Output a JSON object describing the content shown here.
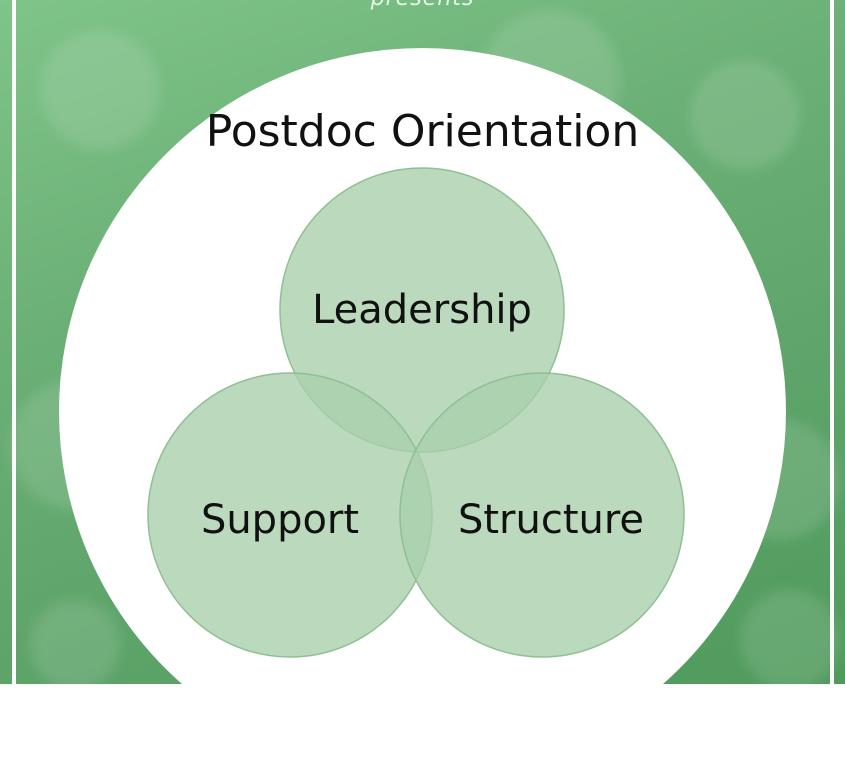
{
  "header": {
    "presents": "presents"
  },
  "title": "Postdoc Orientation",
  "colors": {
    "background": "#6bb076",
    "circle_fill": "#a8cfab",
    "circle_stroke": "#8fbf93",
    "panel": "#ffffff"
  },
  "venn": {
    "circles": [
      {
        "label": "Leadership"
      },
      {
        "label": "Support"
      },
      {
        "label": "Structure"
      }
    ]
  }
}
